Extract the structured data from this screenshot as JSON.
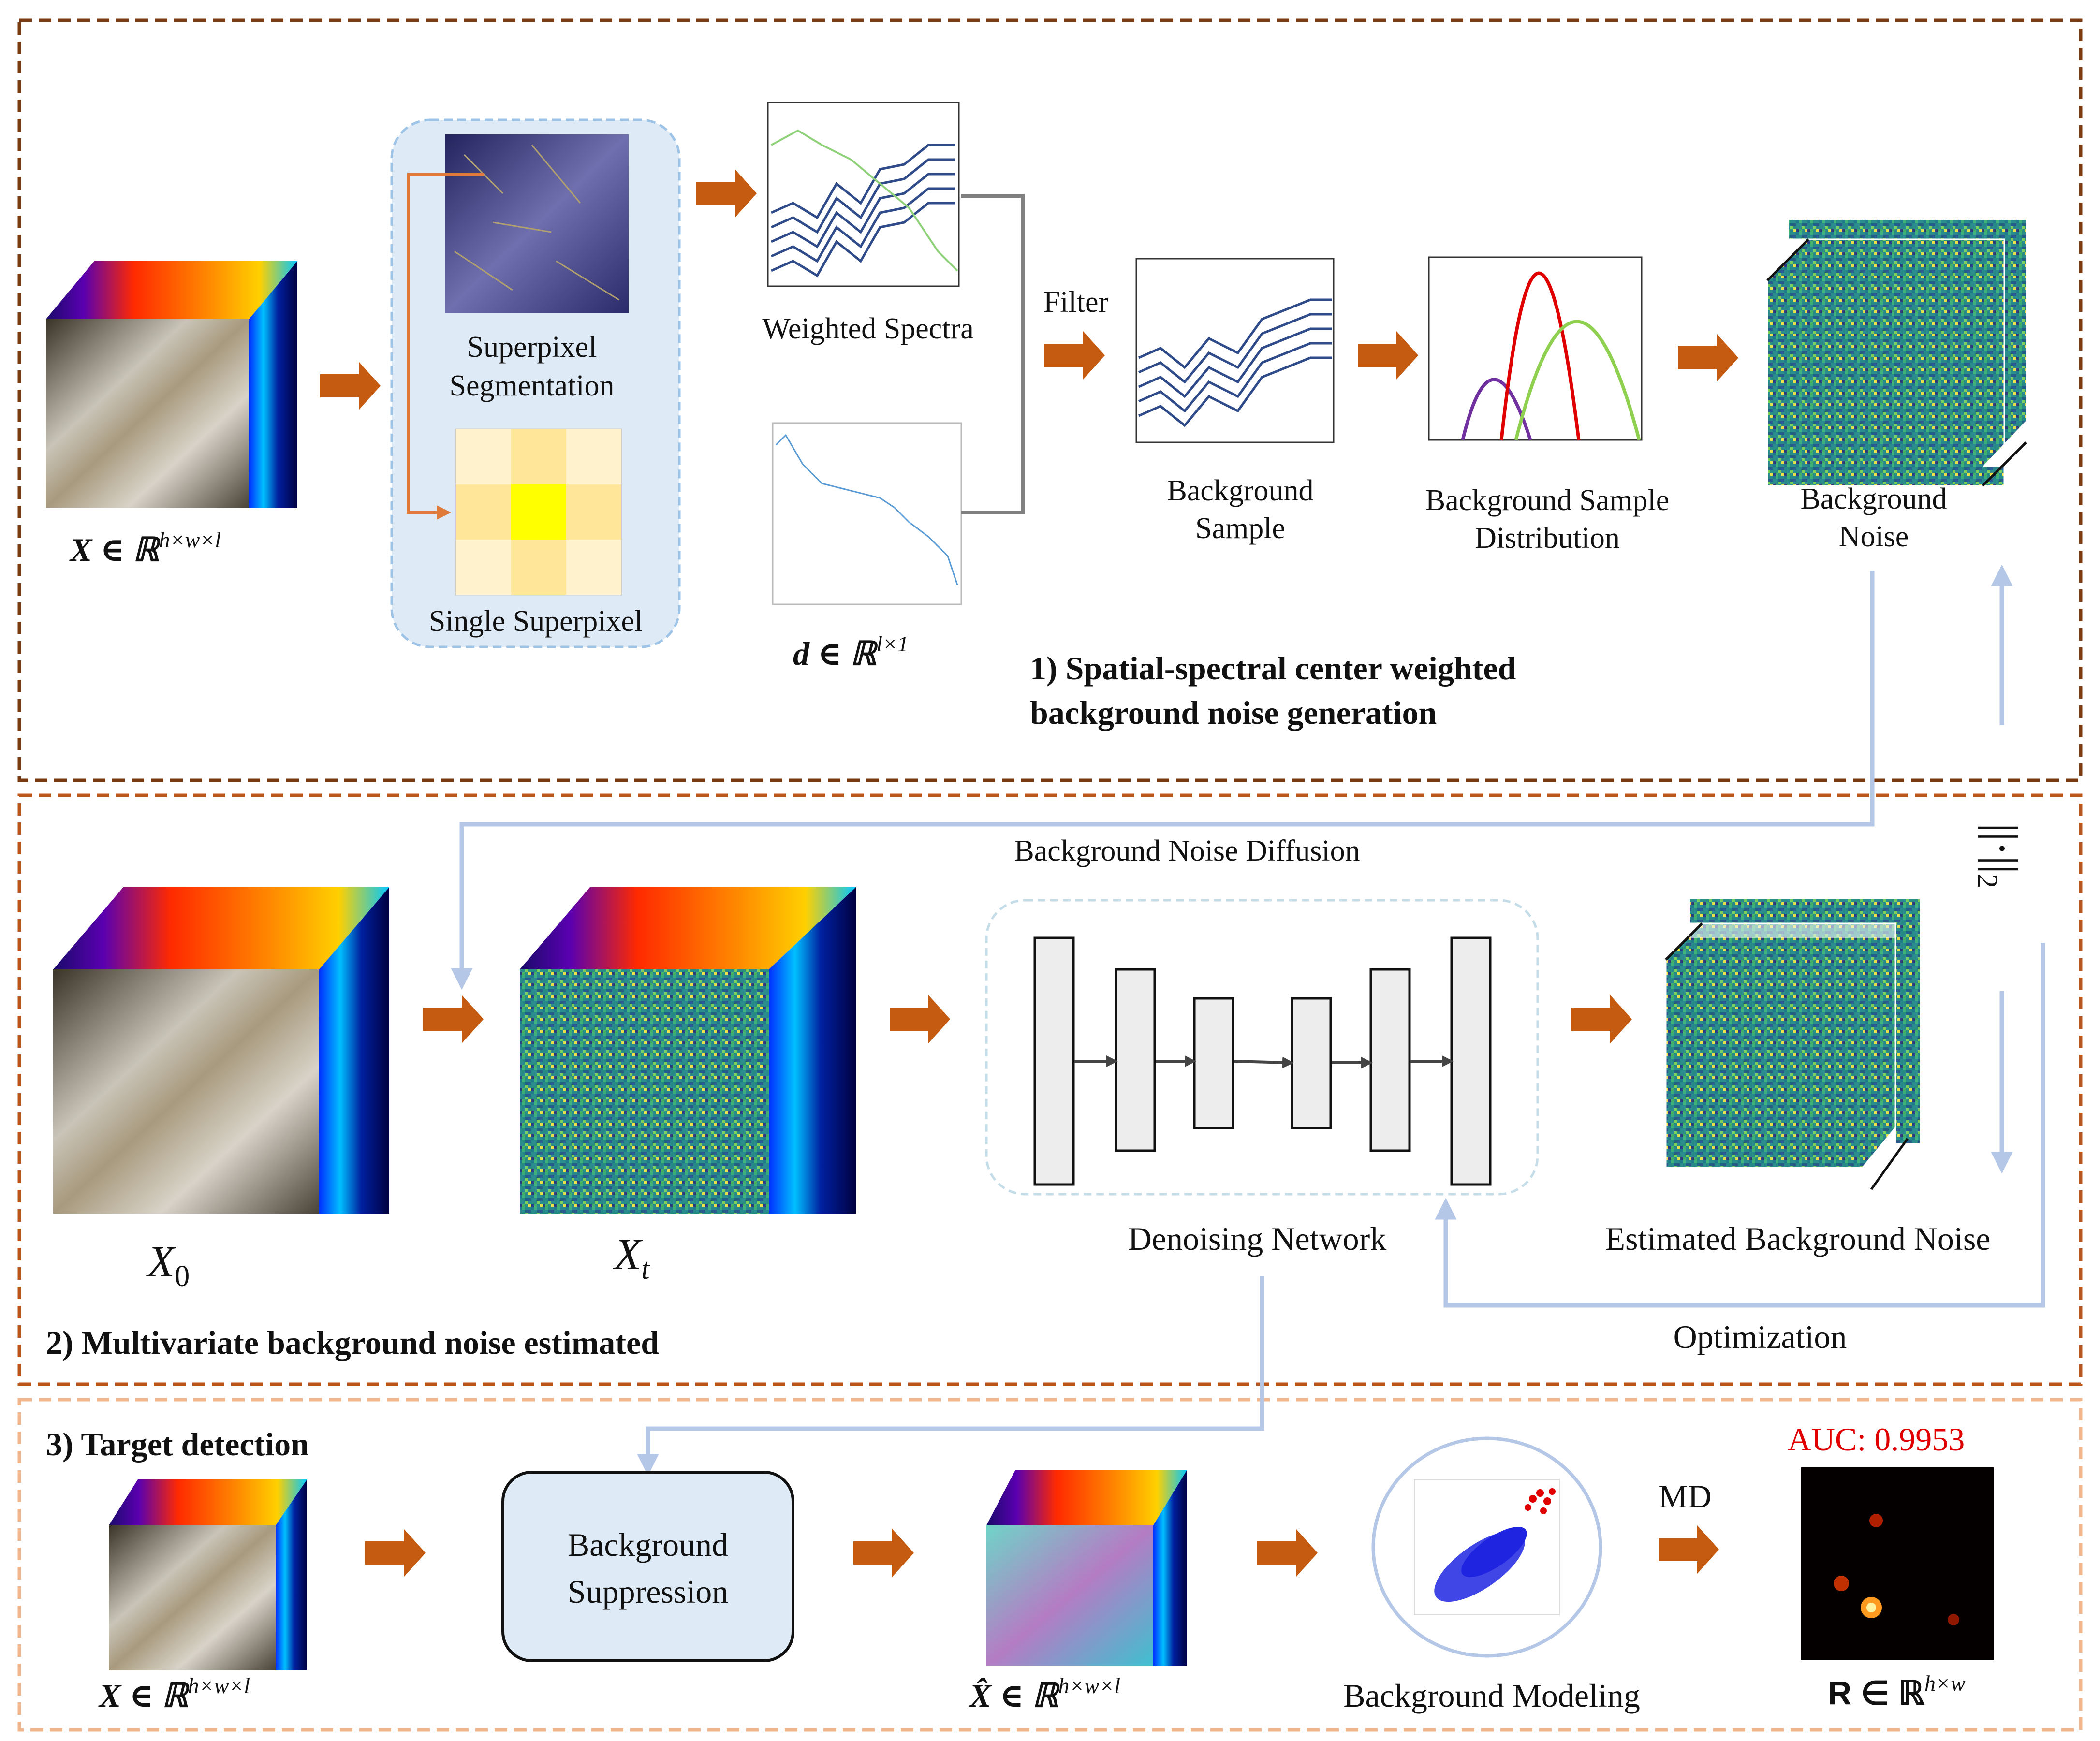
{
  "section1": {
    "title_line1": "1) Spatial-spectral center weighted",
    "title_line2": "background noise generation",
    "input_label": "X ∈ ℝ",
    "input_sup": "h×w×l",
    "superpixel_seg_line1": "Superpixel",
    "superpixel_seg_line2": "Segmentation",
    "single_superpixel": "Single Superpixel",
    "weighted_spectra": "Weighted Spectra",
    "d_label": "d ∈ ℝ",
    "d_sup": "l×1",
    "filter": "Filter",
    "bg_sample_line1": "Background",
    "bg_sample_line2": "Sample",
    "bg_dist_line1": "Background Sample",
    "bg_dist_line2": "Distribution",
    "bg_noise_line1": "Background",
    "bg_noise_line2": "Noise"
  },
  "section2": {
    "title": "2) Multivariate background noise estimated",
    "x0": "X",
    "x0_sub": "0",
    "xt": "X",
    "xt_sub": "t",
    "diffusion": "Background Noise Diffusion",
    "denoising": "Denoising Network",
    "estimated": "Estimated Background Noise",
    "optimization": "Optimization",
    "norm": "||·||",
    "norm_sub": "2"
  },
  "section3": {
    "title": "3) Target detection",
    "input_label": "X ∈ ℝ",
    "input_sup": "h×w×l",
    "suppression_line1": "Background",
    "suppression_line2": "Suppression",
    "xhat_label": "X̂ ∈ ℝ",
    "xhat_sup": "h×w×l",
    "modeling": "Background Modeling",
    "md": "MD",
    "auc": "AUC: 0.9953",
    "r_label": "R ∈ ℝ",
    "r_sup": "h×w"
  },
  "colors": {
    "section1_border": "#7a3b12",
    "section2_border": "#b8561c",
    "section3_border": "#f0b78e",
    "arrow": "#c55a11",
    "connector": "#b4c7e7",
    "auc": "#e00000",
    "panel_fill": "#deebf7"
  }
}
